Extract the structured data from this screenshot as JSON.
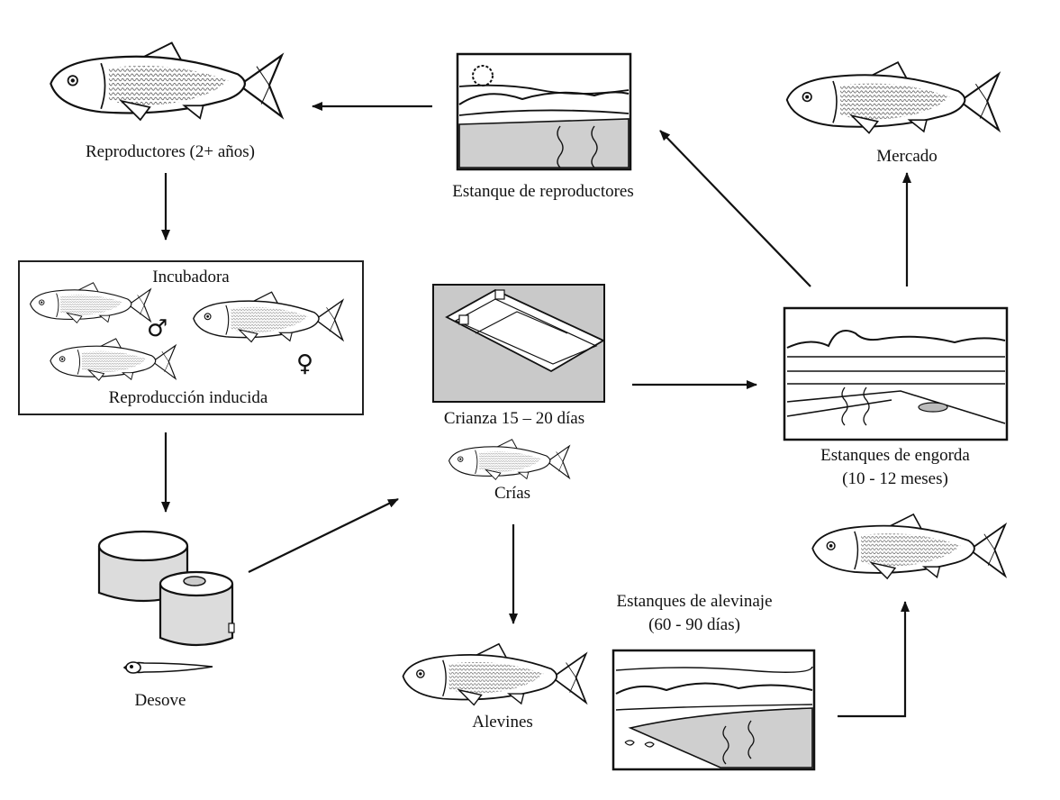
{
  "labels": {
    "reproductores": "Reproductores (2+ años)",
    "estanque_reproductores": "Estanque de reproductores",
    "mercado": "Mercado",
    "incubadora": "Incubadora",
    "reproduccion_inducida": "Reproducción inducida",
    "crianza": "Crianza 15 – 20 días",
    "crias": "Crías",
    "estanques_engorda": "Estanques de engorda",
    "engorda_duracion": "(10 - 12 meses)",
    "desove": "Desove",
    "alevinaje": "Estanques de alevinaje",
    "alevinaje_duracion": "(60 - 90 días)",
    "alevines": "Alevines"
  },
  "symbols": {
    "male": "♂",
    "female": "♀"
  },
  "icons": [
    "fish-icon",
    "pond-icon",
    "hatchery-tank-icon",
    "larva-icon",
    "raceway-icon"
  ],
  "colors": {
    "line": "#111111",
    "water": "#cfcfcf",
    "background": "#ffffff",
    "border": "#222222"
  }
}
